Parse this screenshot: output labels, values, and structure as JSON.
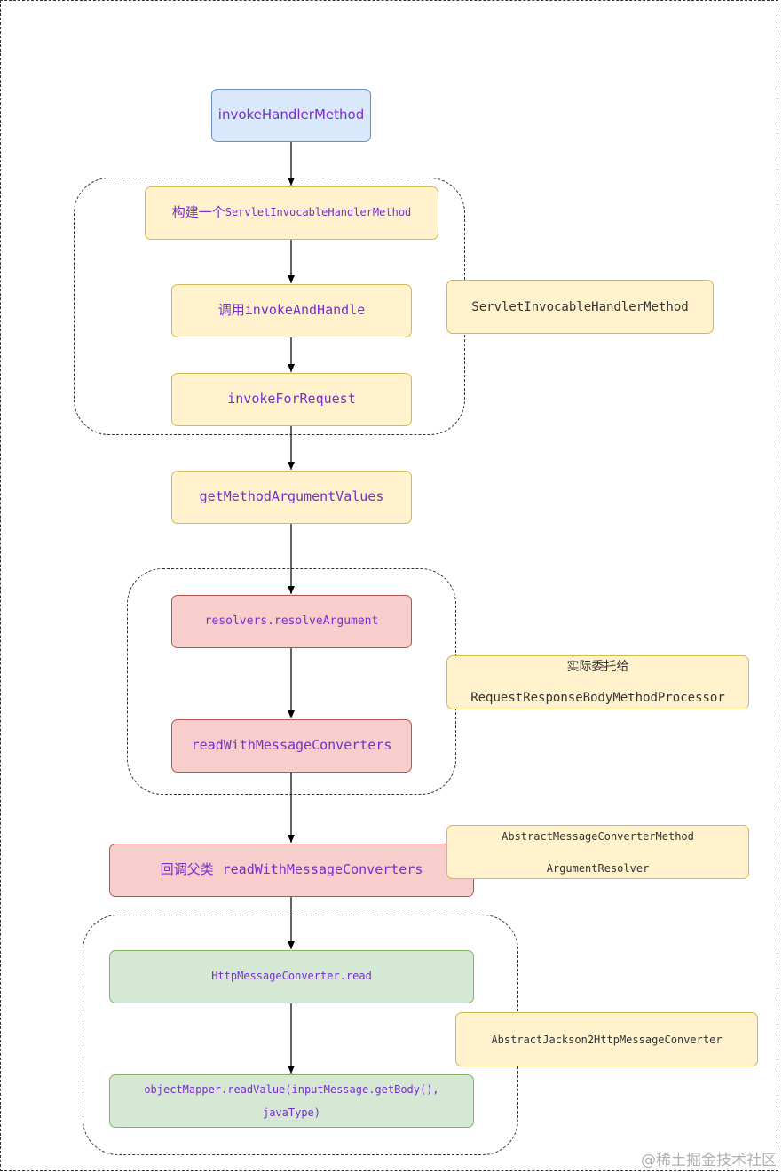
{
  "nodes": {
    "invoke_handler_method": "invokeHandlerMethod",
    "build_prefix": "构建一个",
    "build_class": "ServletInvocableHandlerMethod",
    "invoke_and_handle_prefix": "调用",
    "invoke_and_handle": "invokeAndHandle",
    "invoke_for_request": "invokeForRequest",
    "get_method_argument_values": "getMethodArgumentValues",
    "resolve_argument": "resolvers.resolveArgument",
    "read_with_message_converters": "readWithMessageConverters",
    "callback_prefix": "回调父类",
    "callback_method": "readWithMessageConverters",
    "http_message_converter_read": "HttpMessageConverter.read",
    "object_mapper_line1": "objectMapper.readValue(inputMessage.getBody(),",
    "object_mapper_line2": "javaType)"
  },
  "notes": {
    "servlet_invocable": "ServletInvocableHandlerMethod",
    "delegate_line1": "实际委托给",
    "delegate_line2": "RequestResponseBodyMethodProcessor",
    "abstract_converter_line1": "AbstractMessageConverterMethod",
    "abstract_converter_line2": "ArgumentResolver",
    "jackson_converter": "AbstractJackson2HttpMessageConverter"
  },
  "watermark": "@稀土掘金技术社区",
  "colors": {
    "blue_fill": "#dae8fc",
    "yellow_fill": "#fff2cc",
    "red_fill": "#f8cecc",
    "green_fill": "#d5e8d4",
    "text_purple": "#7a2fcc"
  }
}
